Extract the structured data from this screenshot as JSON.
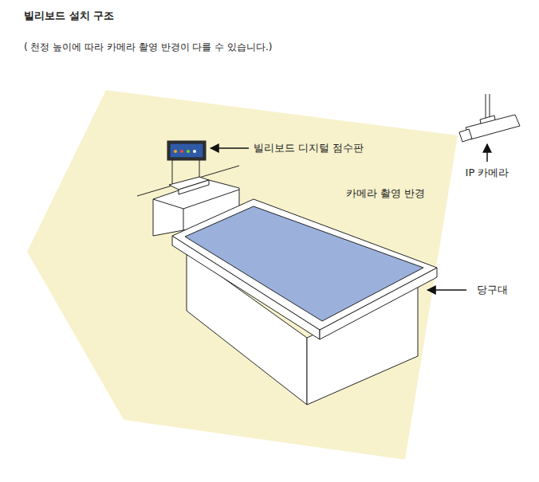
{
  "diagram": {
    "title": "빌리보드 설치 구조",
    "labels": [
      "( 천정 높이에 따라 카메라 촬영 반경이 다를 수 있습니다.)",
      "빌리보드 디지털 점수판",
      "카메라 촬영 반경",
      "IP 카메라",
      "당구대"
    ]
  }
}
